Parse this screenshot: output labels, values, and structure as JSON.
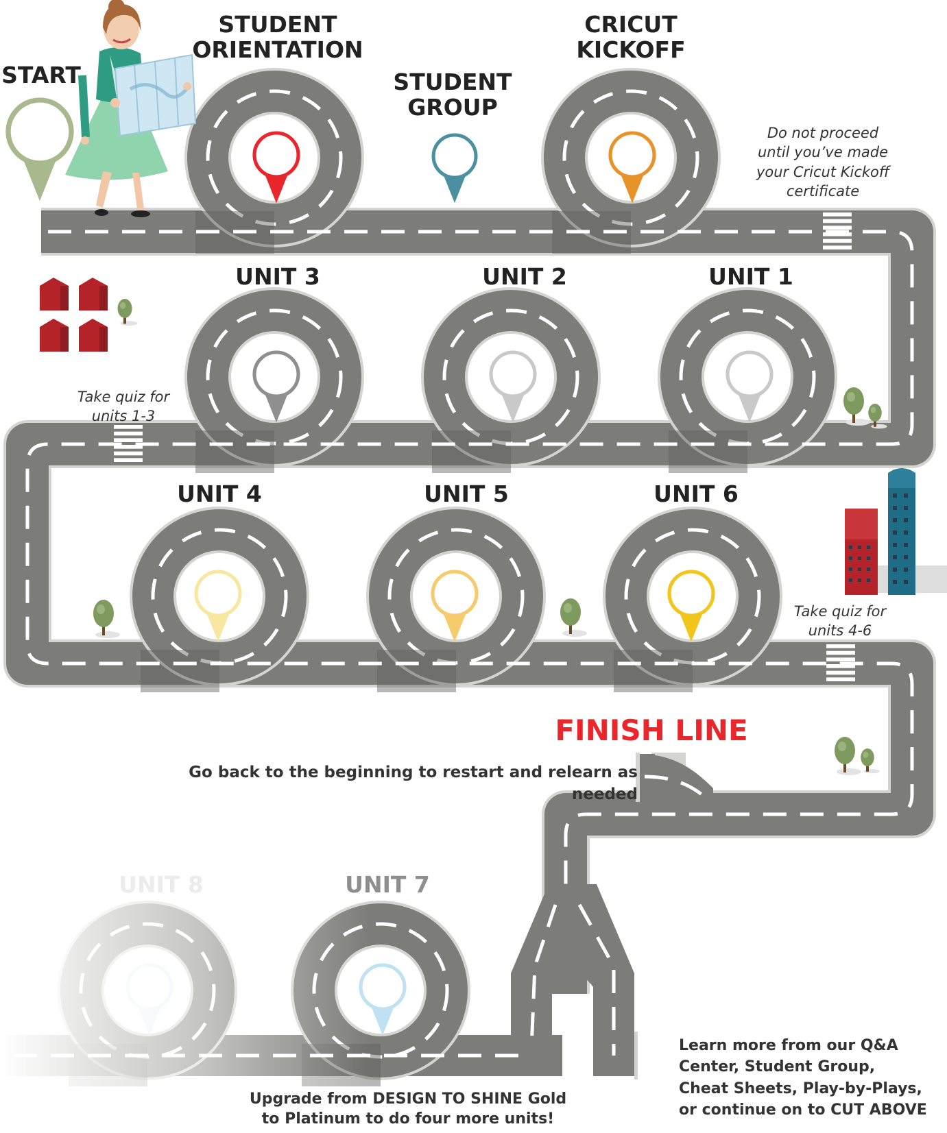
{
  "colors": {
    "road": "#7c7c78",
    "road_edge": "#d9d9d6",
    "road_overlap": "#5f5f5b",
    "lane": "#ffffff",
    "start_pin": "#a9b98e",
    "orientation_pin": "#e8262c",
    "group_pin": "#4b90a0",
    "kickoff_pin": "#e8922a",
    "unit_grey_dark": "#8f8f8f",
    "unit_grey_light": "#c9c9c9",
    "unit4_pin": "#f7e7a0",
    "unit5_pin": "#f6cb6e",
    "unit6_pin": "#f2c51c",
    "unit7_pin": "#bfe1f2",
    "finish": "#e8262c"
  },
  "stops": {
    "start": "START",
    "orientation": [
      "STUDENT",
      "ORIENTATION"
    ],
    "group": [
      "STUDENT",
      "GROUP"
    ],
    "kickoff": [
      "CRICUT",
      "KICKOFF"
    ],
    "unit1": "UNIT 1",
    "unit2": "UNIT 2",
    "unit3": "UNIT 3",
    "unit4": "UNIT 4",
    "unit5": "UNIT 5",
    "unit6": "UNIT 6",
    "unit7": "UNIT 7",
    "unit8": "UNIT 8",
    "finish": "FINISH LINE"
  },
  "notes": {
    "kickoff_note": [
      "Do not proceed",
      "until you’ve made",
      "your Cricut Kickoff",
      "certificate"
    ],
    "quiz_1_3": [
      "Take quiz for",
      "units 1-3"
    ],
    "quiz_4_6": [
      "Take quiz for",
      "units 4-6"
    ]
  },
  "messages": {
    "restart": "Go back to the beginning to restart and relearn as needed",
    "upgrade": [
      "Upgrade from DESIGN TO SHINE Gold",
      "to Platinum to do four more units!"
    ],
    "learn_more": [
      "Learn more from our Q&A",
      "Center, Student Group,",
      "Cheat Sheets, Play-by-Plays,",
      "or continue on to CUT ABOVE"
    ]
  }
}
